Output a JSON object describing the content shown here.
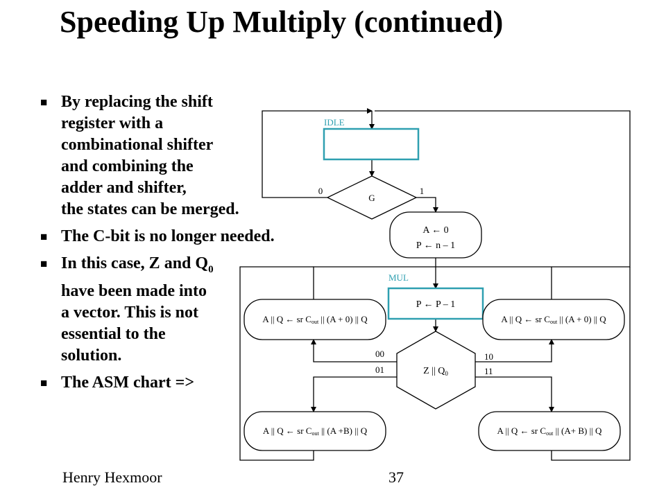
{
  "title": "Speeding Up Multiply (continued)",
  "bullets": [
    {
      "lines": [
        "By replacing the shift",
        "register with a",
        "combinational shifter",
        "and combining the",
        "adder and shifter,",
        "the states can be merged."
      ]
    },
    {
      "lines": [
        "The C-bit is no longer needed."
      ]
    },
    {
      "line1_pre": "In this case, Z and Q",
      "line1_sub": "0",
      "lines_rest": [
        "have been made into",
        "a vector. This is not",
        "essential to the",
        "solution."
      ]
    },
    {
      "lines": [
        "The ASM chart =>"
      ]
    }
  ],
  "diagram": {
    "state_idle": "IDLE",
    "state_mul": "MUL",
    "decision_g": "G",
    "g_zero": "0",
    "g_one": "1",
    "init_a": "A ← 0",
    "init_p": "P ← n – 1",
    "mul_p": "P ← P – 1",
    "zq_label": "Z || Q",
    "zq_sub": "0",
    "edge_00": "00",
    "edge_01": "01",
    "edge_10": "10",
    "edge_11": "11",
    "box_00": {
      "pre": "A || Q ← sr C",
      "sub": "out",
      "post": " || (A + 0) || Q"
    },
    "box_10": {
      "pre": "A || Q ← sr C",
      "sub": "out",
      "post": " || (A + 0) || Q"
    },
    "box_01": {
      "pre": "A || Q ← sr C",
      "sub": "out",
      "post": " || (A +B) || Q"
    },
    "box_11": {
      "pre": "A || Q ← sr C",
      "sub": "out",
      "post": " || (A+ B) || Q"
    }
  },
  "footer": {
    "author": "Henry Hexmoor",
    "page": "37"
  },
  "colors": {
    "state_box": "#2e9fb0",
    "state_text": "#2e9fb0"
  }
}
